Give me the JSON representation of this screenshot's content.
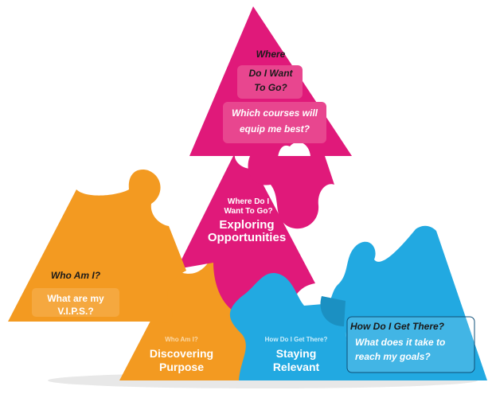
{
  "colors": {
    "magenta": "#E0197A",
    "orange": "#F39A21",
    "blue": "#22A9E1",
    "dark_text": "#1a1a1a",
    "white": "#ffffff"
  },
  "top_piece": {
    "question_line1": "Where",
    "question_line2": "Do I Want",
    "question_line3": "To Go?",
    "sub_line1": "Which courses will",
    "sub_line2": "equip me best?"
  },
  "center_piece": {
    "small_line1": "Where Do I",
    "small_line2": "Want To Go?",
    "title_line1": "Exploring",
    "title_line2": "Opportunities"
  },
  "left_piece": {
    "question": "Who Am I?",
    "sub_line1": "What are my",
    "sub_line2": "V.I.P.S.?"
  },
  "bottom_left_piece": {
    "small": "Who Am I?",
    "title_line1": "Discovering",
    "title_line2": "Purpose"
  },
  "bottom_right_piece": {
    "small": "How Do I Get There?",
    "title_line1": "Staying",
    "title_line2": "Relevant"
  },
  "right_piece": {
    "question": "How Do I Get There?",
    "sub_line1": "What does it take to",
    "sub_line2": "reach my goals?"
  }
}
